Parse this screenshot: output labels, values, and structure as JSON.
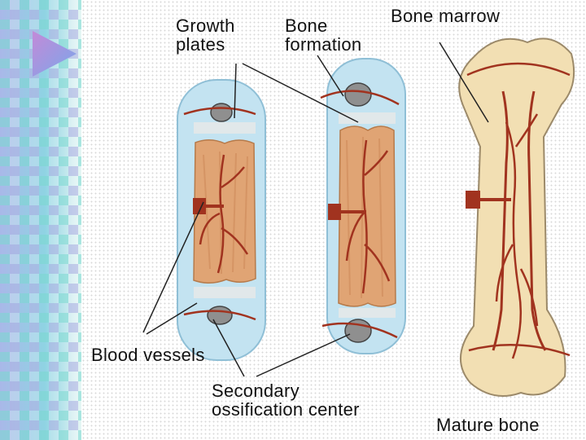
{
  "labels": {
    "growth_plates": "Growth\nplates",
    "bone_formation": "Bone\nformation",
    "bone_marrow": "Bone marrow",
    "blood_vessels": "Blood vessels",
    "secondary_ossification": "Secondary\nossification center",
    "mature_bone": "Mature bone"
  },
  "icons": {
    "play": "play-triangle-icon"
  },
  "colors": {
    "cartilage": "#b9dced",
    "bone_shaft": "#e0a474",
    "vessel": "#a1331f",
    "mature_bone": "#f2dfb3",
    "strip_teal": "#7ad8d0",
    "strip_lilac": "#b3b3e4"
  }
}
